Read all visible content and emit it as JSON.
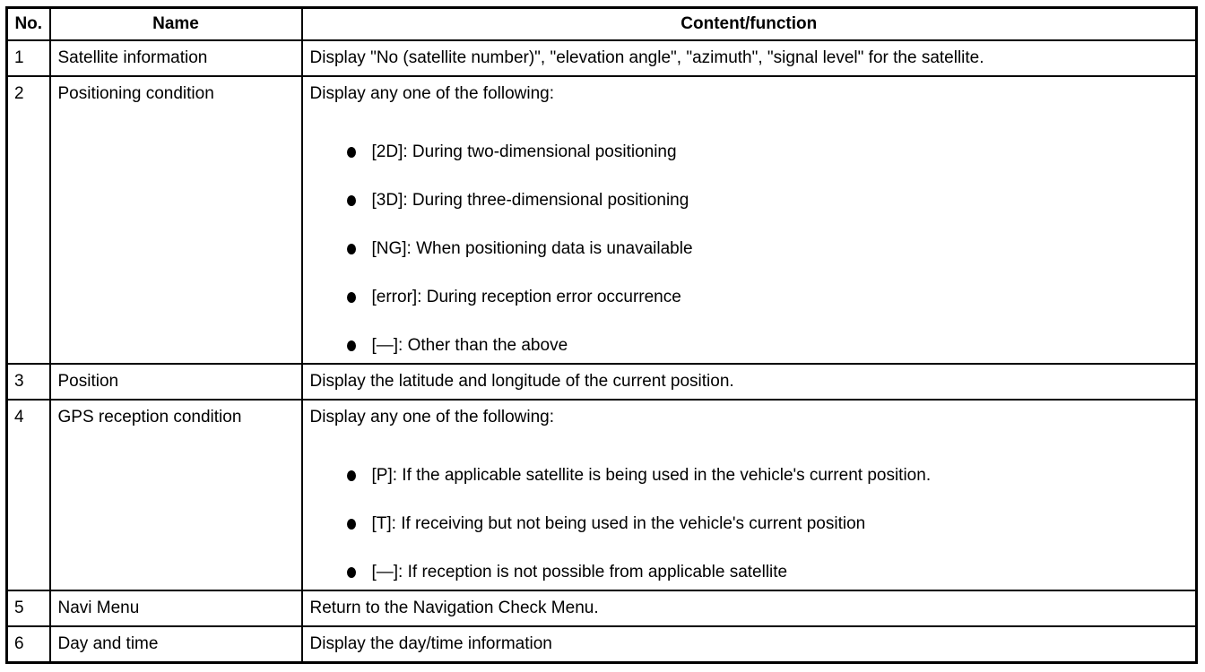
{
  "colors": {
    "border": "#000000",
    "background": "#ffffff",
    "text": "#000000"
  },
  "table": {
    "headers": {
      "no": "No.",
      "name": "Name",
      "content": "Content/function"
    },
    "rows": [
      {
        "no": "1",
        "name": "Satellite information",
        "intro": "Display \"No (satellite number)\", \"elevation angle\", \"azimuth\", \"signal level\" for the satellite.",
        "bullets": []
      },
      {
        "no": "2",
        "name": "Positioning condition",
        "intro": "Display any one of the following:",
        "bullets": [
          "[2D]: During two-dimensional positioning",
          "[3D]: During three-dimensional positioning",
          "[NG]: When positioning data is unavailable",
          "[error]: During reception error occurrence",
          "[—]: Other than the above"
        ]
      },
      {
        "no": "3",
        "name": "Position",
        "intro": "Display the latitude and longitude of the current position.",
        "bullets": []
      },
      {
        "no": "4",
        "name": "GPS reception condition",
        "intro": "Display any one of the following:",
        "bullets": [
          "[P]: If the applicable satellite is being used in the vehicle's current position.",
          "[T]: If receiving but not being used in the vehicle's current position",
          "[—]: If reception is not possible from applicable satellite"
        ]
      },
      {
        "no": "5",
        "name": "Navi Menu",
        "intro": "Return to the Navigation Check Menu.",
        "bullets": []
      },
      {
        "no": "6",
        "name": "Day and time",
        "intro": "Display the day/time information",
        "bullets": []
      }
    ]
  }
}
